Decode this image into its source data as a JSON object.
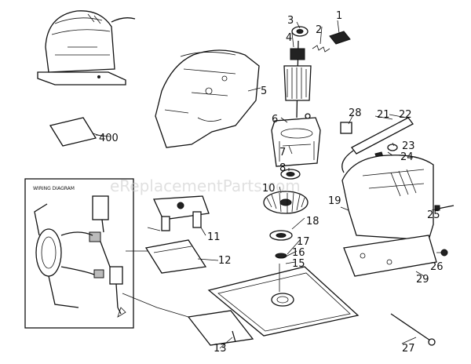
{
  "watermark": "eReplacementParts.com",
  "wiring_diagram": {
    "title": "WIRING DIAGRAM"
  },
  "callouts": [
    {
      "id": "1",
      "label": "1"
    },
    {
      "id": "2",
      "label": "2"
    },
    {
      "id": "3",
      "label": "3"
    },
    {
      "id": "4",
      "label": "4"
    },
    {
      "id": "5",
      "label": "5"
    },
    {
      "id": "6",
      "label": "6"
    },
    {
      "id": "7",
      "label": "7"
    },
    {
      "id": "8",
      "label": "8"
    },
    {
      "id": "10",
      "label": "10"
    },
    {
      "id": "11",
      "label": "11"
    },
    {
      "id": "12",
      "label": "12"
    },
    {
      "id": "13",
      "label": "13"
    },
    {
      "id": "15",
      "label": "15"
    },
    {
      "id": "16",
      "label": "16"
    },
    {
      "id": "17",
      "label": "17"
    },
    {
      "id": "18",
      "label": "18"
    },
    {
      "id": "19",
      "label": "19"
    },
    {
      "id": "21",
      "label": "21"
    },
    {
      "id": "22",
      "label": "22"
    },
    {
      "id": "23",
      "label": "23"
    },
    {
      "id": "24",
      "label": "24"
    },
    {
      "id": "25",
      "label": "25"
    },
    {
      "id": "26",
      "label": "26"
    },
    {
      "id": "27",
      "label": "27"
    },
    {
      "id": "28",
      "label": "28"
    },
    {
      "id": "29",
      "label": "29"
    },
    {
      "id": "400",
      "label": "400"
    }
  ]
}
